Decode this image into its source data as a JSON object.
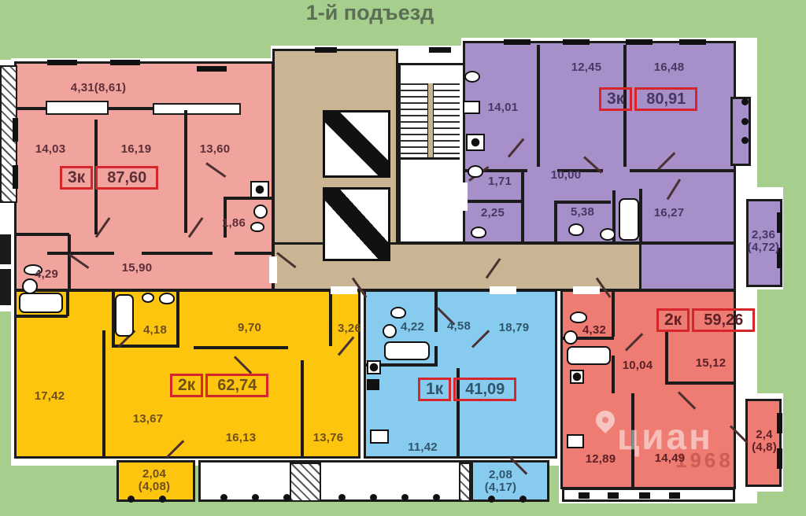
{
  "title": "1-й подъезд",
  "apartments": [
    {
      "name": "3-room apartment top-left",
      "type_label": "3к",
      "total_area": "87,60",
      "fill_color": "#f1a49e",
      "label_color": "#5d2f38",
      "room_areas": [
        "4,31(8,61)",
        "14,03",
        "16,19",
        "13,60",
        "1,86",
        "15,90",
        "4,29"
      ]
    },
    {
      "name": "3-room apartment top-right",
      "type_label": "3к",
      "total_area": "80,91",
      "fill_color": "#a790c9",
      "label_color": "#463863",
      "room_areas": [
        "12,45",
        "16,48",
        "14,01",
        "1,71",
        "10,00",
        "2,25",
        "5,38",
        "16,27",
        "2,36\n(4,72)"
      ]
    },
    {
      "name": "2-room apartment bottom-left",
      "type_label": "2к",
      "total_area": "62,74",
      "fill_color": "#fdc50e",
      "label_color": "#6e4f1a",
      "room_areas": [
        "4,18",
        "9,70",
        "3,26",
        "17,42",
        "13,67",
        "16,13",
        "13,76",
        "2,04\n(4,08)"
      ]
    },
    {
      "name": "1-room apartment bottom-middle",
      "type_label": "1к",
      "total_area": "41,09",
      "fill_color": "#87ccee",
      "label_color": "#2f566d",
      "room_areas": [
        "4,22",
        "4,58",
        "18,79",
        "11,42",
        "2,08\n(4,17)"
      ]
    },
    {
      "name": "2-room apartment bottom-right",
      "type_label": "2к",
      "total_area": "59,26",
      "fill_color": "#ee7c72",
      "label_color": "#5d2026",
      "room_areas": [
        "4,32",
        "10,04",
        "15,12",
        "12,89",
        "14,49",
        "2,4\n(4,8)"
      ]
    }
  ],
  "colors": {
    "background_green": "#a6cf8d",
    "corridor_tan": "#c9b494",
    "wall_black": "#1b1b1b",
    "badge_border_red": "#d6252b",
    "stairwell_white": "#ffffff"
  },
  "watermark": {
    "brand": "циан",
    "fragment": "1968"
  }
}
